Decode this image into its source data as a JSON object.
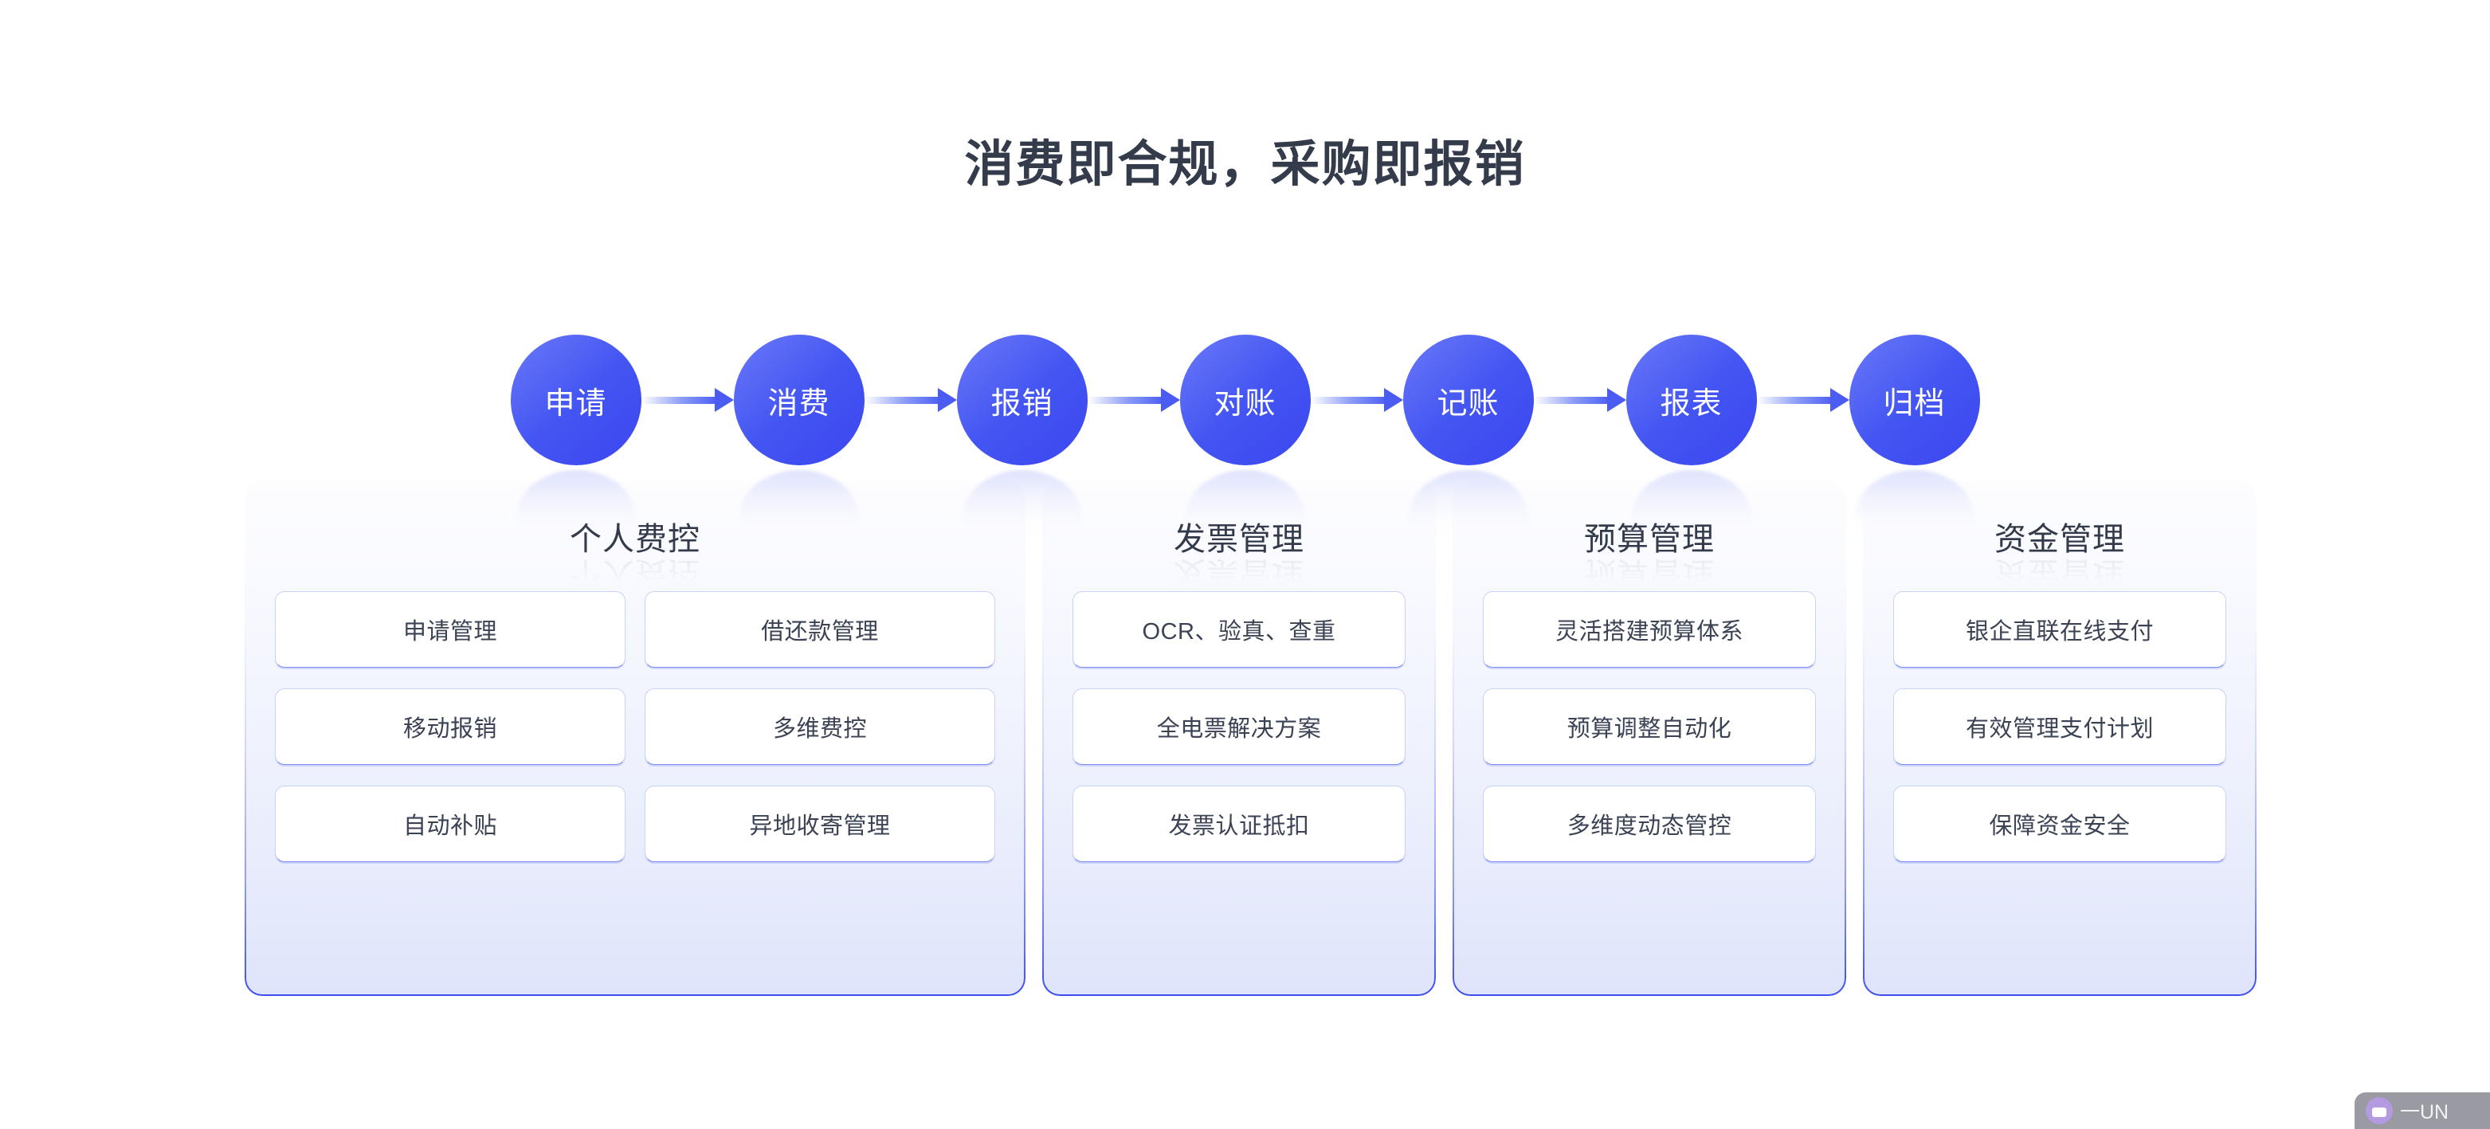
{
  "title": "消费即合规，采购即报销",
  "theme": {
    "background": "#ffffff",
    "title_color": "#343c4c",
    "node_gradient_from": "#6a79f8",
    "node_gradient_to": "#3b46f0",
    "arrow_color": "#4a5cf2",
    "panel_border_color": "#3a4cf0",
    "panel_bg_from": "#fdfdff",
    "panel_bg_to": "#dfe4fb",
    "card_bg": "#ffffff",
    "card_border": "#c9d2f8",
    "card_text": "#3a4254",
    "node_text": "#ffffff"
  },
  "flow": {
    "nodes": [
      {
        "label": "申请"
      },
      {
        "label": "消费"
      },
      {
        "label": "报销"
      },
      {
        "label": "对账"
      },
      {
        "label": "记账"
      },
      {
        "label": "报表"
      },
      {
        "label": "归档"
      }
    ],
    "arrow_icon": "arrow-right-icon"
  },
  "panels": [
    {
      "title": "个人费控",
      "columns": 2,
      "items": [
        "申请管理",
        "借还款管理",
        "移动报销",
        "多维费控",
        "自动补贴",
        "异地收寄管理"
      ]
    },
    {
      "title": "发票管理",
      "columns": 1,
      "items": [
        "OCR、验真、查重",
        "全电票解决方案",
        "发票认证抵扣"
      ]
    },
    {
      "title": "预算管理",
      "columns": 1,
      "items": [
        "灵活搭建预算体系",
        "预算调整自动化",
        "多维度动态管控"
      ]
    },
    {
      "title": "资金管理",
      "columns": 1,
      "items": [
        "银企直联在线支付",
        "有效管理支付计划",
        "保障资金安全"
      ]
    }
  ],
  "watermark": {
    "text": "一UN",
    "icon": "rounded-badge-icon"
  }
}
